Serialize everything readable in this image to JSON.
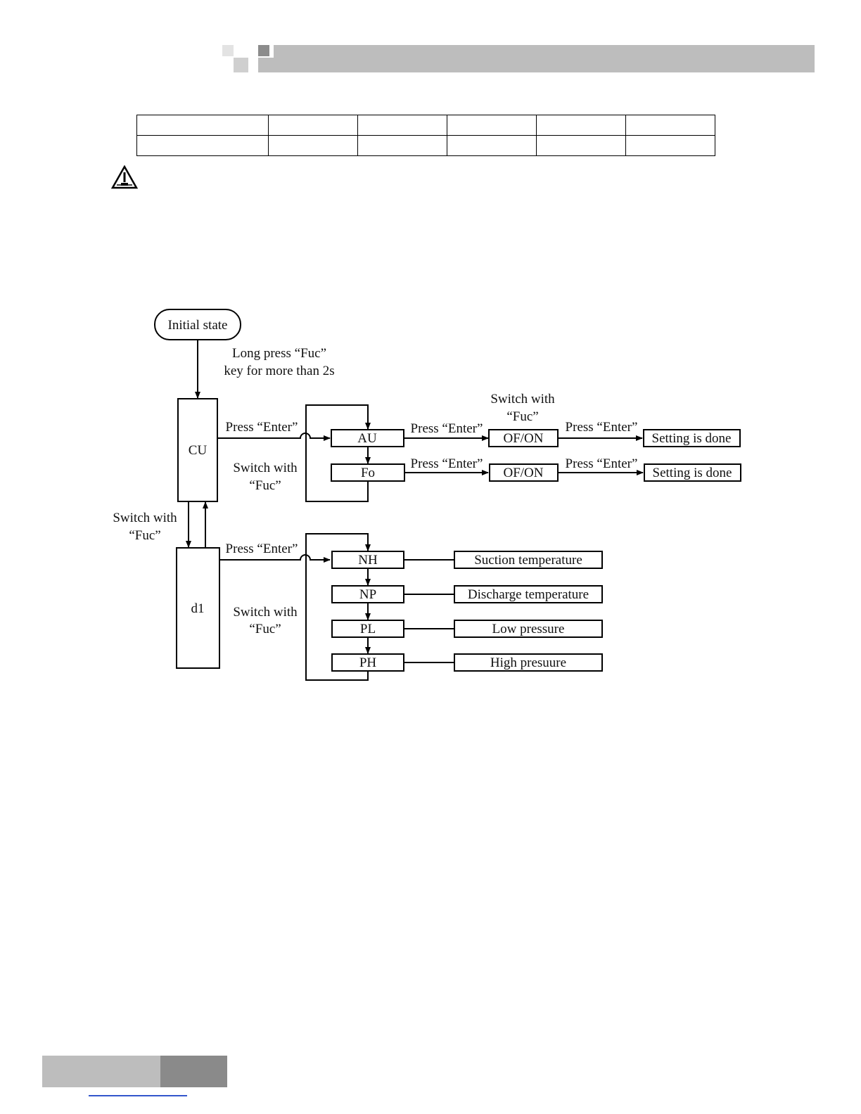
{
  "header": {
    "bar_color": "#bdbdbd",
    "square_light": "#e3e3e3",
    "square_mid": "#cfcfcf",
    "square_dark": "#8c8c8c"
  },
  "caution_icon": "warning-triangle-icon",
  "table": {
    "rows": 2,
    "cols": 6
  },
  "diagram": {
    "initial": "Initial state",
    "long_press": [
      "Long press “Fuc”",
      "key for more than 2s"
    ],
    "cu": "CU",
    "d1": "d1",
    "press_enter": "Press “Enter”",
    "switch_with": "Switch with",
    "fuc": "“Fuc”",
    "au": "AU",
    "fo": "Fo",
    "ofon": "OF/ON",
    "done": "Setting is done",
    "params": [
      {
        "code": "NH",
        "desc": "Suction temperature"
      },
      {
        "code": "NP",
        "desc": "Discharge temperature"
      },
      {
        "code": "PL",
        "desc": "Low pressure"
      },
      {
        "code": "PH",
        "desc": "High presuure"
      }
    ]
  },
  "footer": {
    "bar_light": "#bdbdbd",
    "bar_dark": "#8a8a8a",
    "link_color": "#3355cc"
  }
}
